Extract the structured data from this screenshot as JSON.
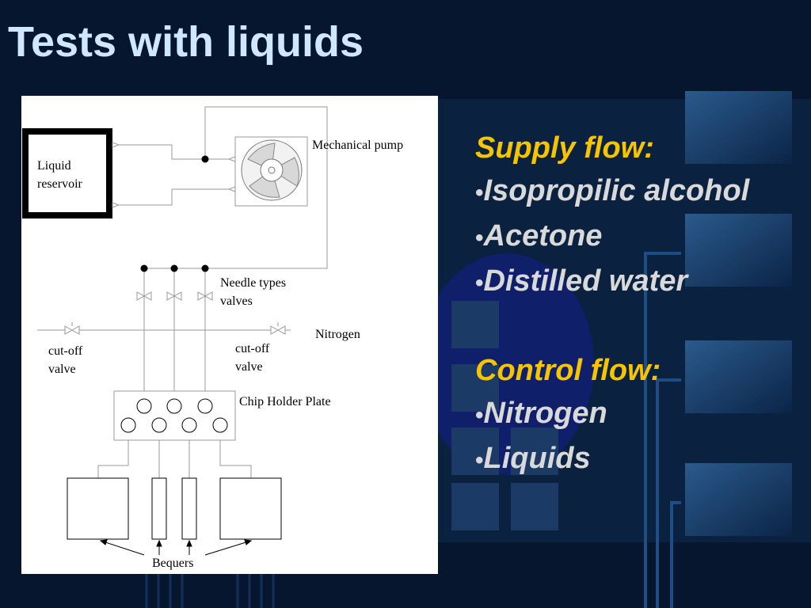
{
  "slide": {
    "title": "Tests with liquids",
    "colors": {
      "background": "#05162e",
      "title": "#cfe8ff",
      "heading": "#f6c400",
      "bullet": "#d9d9d9"
    }
  },
  "diagram": {
    "labels": {
      "reservoir": "Liquid\nreservoir",
      "pump": "Mechanical pump",
      "needle_valves": "Needle types\nvalves",
      "nitrogen": "Nitrogen",
      "cutoff_left": "cut-off\nvalve",
      "cutoff_right": "cut-off\nvalve",
      "chip_holder": "Chip Holder Plate",
      "bequers": "Bequers"
    }
  },
  "bullets": {
    "supply": {
      "heading": "Supply flow:",
      "items": [
        "Isopropilic alcohol",
        "Acetone",
        "Distilled water"
      ]
    },
    "control": {
      "heading": "Control flow:",
      "items": [
        "Nitrogen",
        "Liquids"
      ]
    },
    "bullet_glyph": "•"
  }
}
